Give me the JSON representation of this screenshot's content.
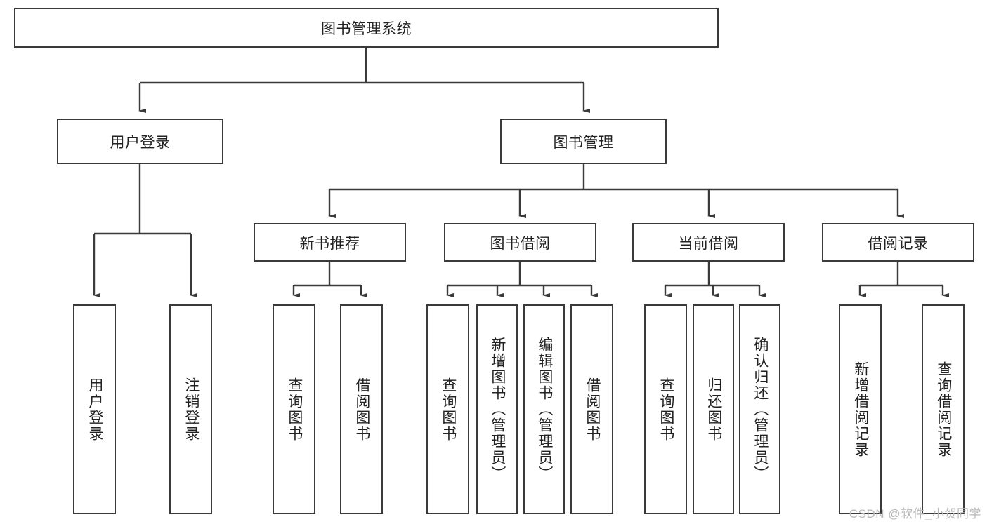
{
  "diagram": {
    "title": "图书管理系统",
    "type": "hierarchy-tree",
    "watermark": "CSDN @软件_小贺同学",
    "colors": {
      "box_border": "#3a3a3a",
      "box_fill": "#ffffff",
      "edge": "#3a3a3a",
      "text": "#222222",
      "watermark": "#b9b9b9"
    },
    "nodes": {
      "root": {
        "label": "图书管理系统"
      },
      "level2": [
        {
          "id": "user-login",
          "label": "用户登录"
        },
        {
          "id": "book-manage",
          "label": "图书管理"
        }
      ],
      "level3": [
        {
          "id": "new-book-recommend",
          "label": "新书推荐"
        },
        {
          "id": "book-borrow",
          "label": "图书借阅"
        },
        {
          "id": "current-borrow",
          "label": "当前借阅"
        },
        {
          "id": "borrow-record",
          "label": "借阅记录"
        }
      ],
      "leaves": [
        {
          "id": "leaf-user-login",
          "label": "用户登录",
          "parent": "user-login"
        },
        {
          "id": "leaf-user-logout",
          "label": "注销登录",
          "parent": "user-login"
        },
        {
          "id": "leaf-query-book-1",
          "label": "查询图书",
          "parent": "new-book-recommend"
        },
        {
          "id": "leaf-borrow-book-1",
          "label": "借阅图书",
          "parent": "new-book-recommend"
        },
        {
          "id": "leaf-query-book-2",
          "label": "查询图书",
          "parent": "book-borrow"
        },
        {
          "id": "leaf-add-book",
          "label": "新增图书（管理员）",
          "parent": "book-borrow"
        },
        {
          "id": "leaf-edit-book",
          "label": "编辑图书（管理员）",
          "parent": "book-borrow"
        },
        {
          "id": "leaf-borrow-book-2",
          "label": "借阅图书",
          "parent": "book-borrow"
        },
        {
          "id": "leaf-query-book-3",
          "label": "查询图书",
          "parent": "current-borrow"
        },
        {
          "id": "leaf-return-book",
          "label": "归还图书",
          "parent": "current-borrow"
        },
        {
          "id": "leaf-confirm-return",
          "label": "确认归还（管理员）",
          "parent": "current-borrow"
        },
        {
          "id": "leaf-add-record",
          "label": "新增借阅记录",
          "parent": "borrow-record"
        },
        {
          "id": "leaf-query-record",
          "label": "查询借阅记录",
          "parent": "borrow-record"
        }
      ]
    }
  }
}
